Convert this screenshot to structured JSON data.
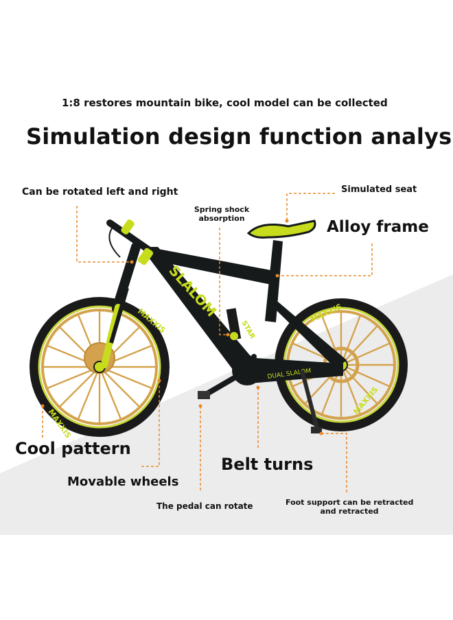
{
  "header": {
    "subtitle": "1:8 restores mountain bike, cool model can be collected",
    "title": "Simulation design function analysis"
  },
  "callouts": {
    "rotate_handlebar": "Can be rotated left and right",
    "spring_shock_line1": "Spring shock",
    "spring_shock_line2": "absorption",
    "seat": "Simulated seat",
    "frame": "Alloy frame",
    "pattern": "Cool pattern",
    "wheels": "Movable wheels",
    "belt": "Belt turns",
    "pedal": "The pedal can rotate",
    "stand_line1": "Foot support can be retracted",
    "stand_line2": "and retracted"
  },
  "bike_markings": {
    "frame_text": "SLALOM",
    "swingarm_text": "DUAL SLALOM",
    "shock_text": "STAR",
    "tire_text": "MAXXIS"
  },
  "colors": {
    "frame": "#161a1a",
    "accent": "#c8dc1e",
    "spokes": "#d4a24c",
    "rim": "#c9d83a",
    "leader": "#e8892a",
    "background_stripe": "#ececec"
  }
}
